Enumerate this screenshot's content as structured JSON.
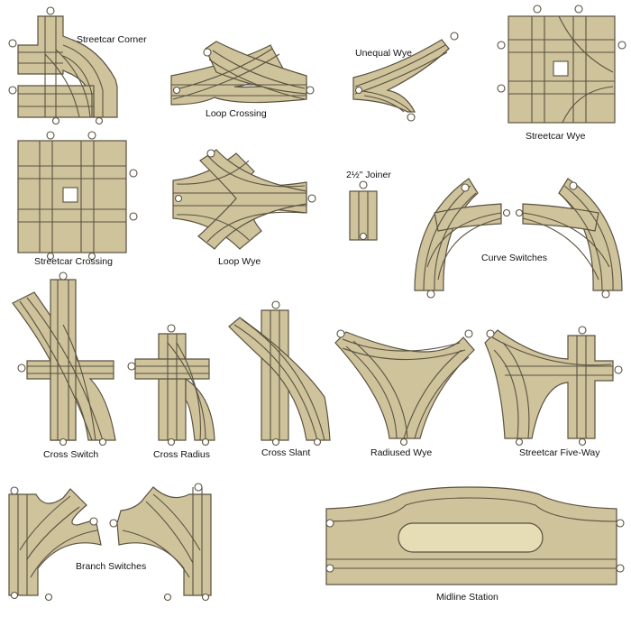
{
  "labels": {
    "streetcar_corner": "Streetcar Corner",
    "loop_crossing": "Loop Crossing",
    "unequal_wye": "Unequal Wye",
    "streetcar_wye": "Streetcar Wye",
    "streetcar_crossing": "Streetcar Crossing",
    "loop_wye": "Loop Wye",
    "joiner": "2½\" Joiner",
    "curve_switches": "Curve Switches",
    "cross_switch": "Cross Switch",
    "cross_radius": "Cross Radius",
    "cross_slant": "Cross Slant",
    "radiused_wye": "Radiused Wye",
    "streetcar_five_way": "Streetcar Five-Way",
    "branch_switches": "Branch Switches",
    "midline_station": "Midline Station"
  },
  "colors": {
    "wood": "#cfc39c",
    "outline": "#5a5240",
    "background": "#ffffff"
  }
}
